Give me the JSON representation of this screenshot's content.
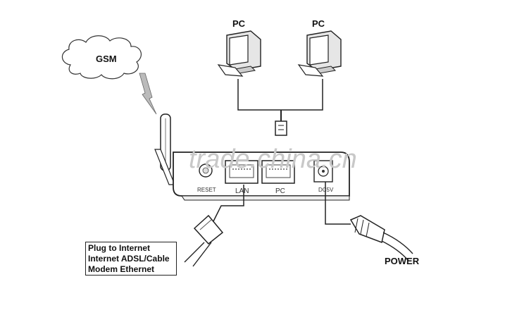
{
  "labels": {
    "gsm": "GSM",
    "pc1": "PC",
    "pc2": "PC",
    "reset": "RESET",
    "lan": "LAN",
    "pc_port": "PC",
    "dc": "DC5V",
    "power": "POWER",
    "watermark": "trade.china.cn"
  },
  "note": {
    "lines": [
      "Plug to Internet",
      "Internet ADSL/Cable",
      "Modem Ethernet"
    ]
  }
}
